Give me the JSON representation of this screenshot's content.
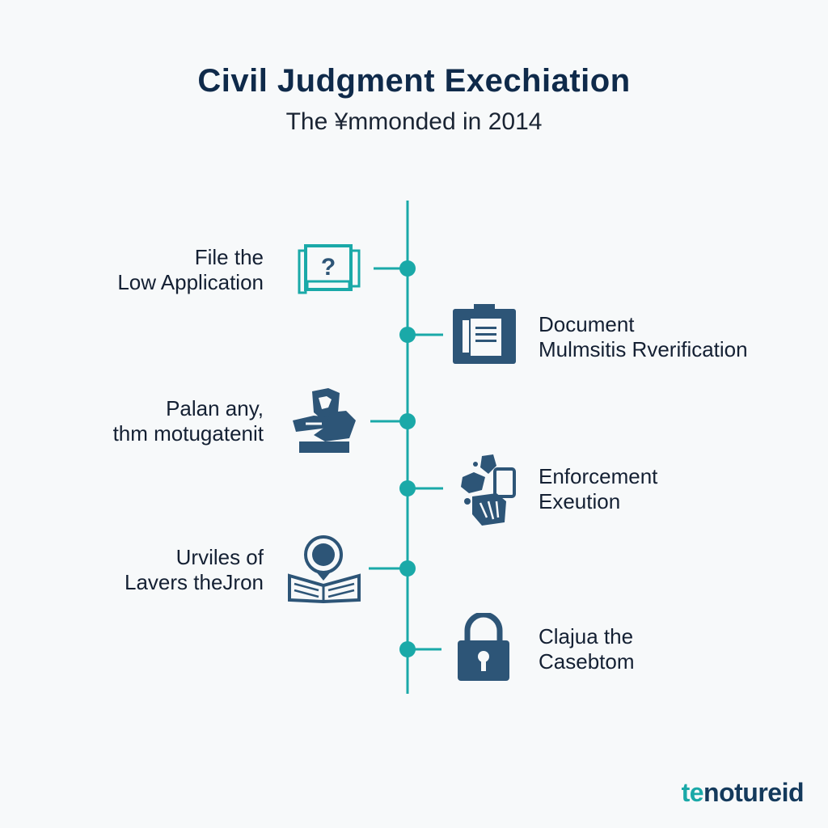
{
  "header": {
    "title": "Civil Judgment Exechiation",
    "subtitle": "The ¥mmonded in 2014"
  },
  "steps": [
    {
      "line1": "File the",
      "line2": "Low Application",
      "icon": "question-document-icon"
    },
    {
      "line1": "Document",
      "line2": "Mulmsitis Rverification",
      "icon": "document-box-icon"
    },
    {
      "line1": "Palan any,",
      "line2": "thm motugatenit",
      "icon": "shield-hand-icon"
    },
    {
      "line1": "Enforcement",
      "line2": "Exeution",
      "icon": "enforcement-hand-icon"
    },
    {
      "line1": "Urviles of",
      "line2": "Lavers theJron",
      "icon": "person-book-icon"
    },
    {
      "line1": "Clajua the",
      "line2": "Casebtom",
      "icon": "padlock-icon"
    }
  ],
  "brand": {
    "accent": "te",
    "rest": "notureid"
  },
  "colors": {
    "teal": "#1aa9a8",
    "navy": "#2d5577",
    "dark_navy": "#0f2a4a"
  }
}
